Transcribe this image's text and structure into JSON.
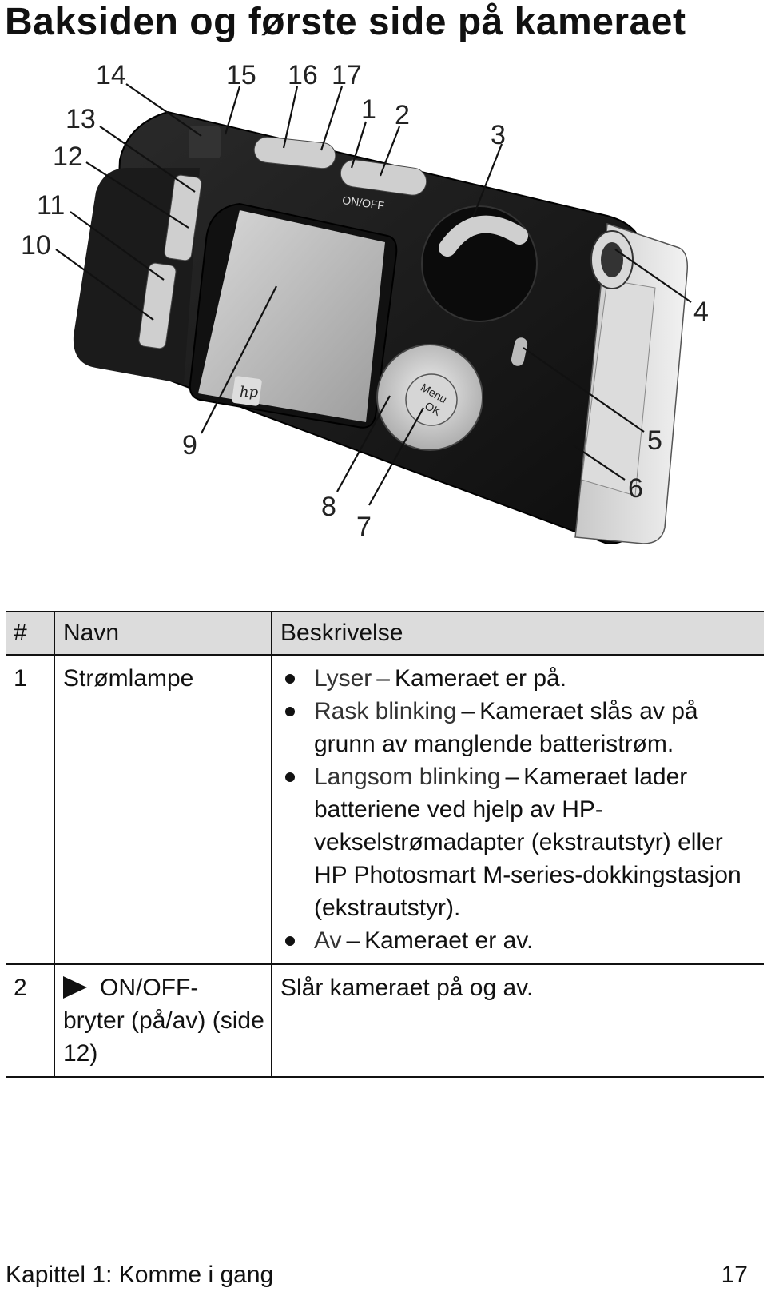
{
  "page": {
    "title": "Baksiden og første side på kameraet"
  },
  "figure": {
    "brand_logo": "hp",
    "button_label": "ON/OFF",
    "menu_label": "Menu",
    "ok_label": "OK",
    "callouts": [
      "14",
      "15",
      "16",
      "17",
      "1",
      "2",
      "3",
      "13",
      "12",
      "11",
      "10",
      "4",
      "9",
      "5",
      "6",
      "8",
      "7"
    ]
  },
  "table": {
    "headers": {
      "num": "#",
      "name": "Navn",
      "desc": "Beskrivelse"
    },
    "rows": [
      {
        "num": "1",
        "name": "Strømlampe",
        "items": [
          {
            "term": "Lyser",
            "text": "Kameraet er på."
          },
          {
            "term": "Rask blinking",
            "text": "Kameraet slås av på grunn av manglende batteristrøm."
          },
          {
            "term": "Langsom blinking",
            "text": "Kameraet lader batteriene ved hjelp av HP-vekselstrømadapter (ekstrautstyr) eller HP Photosmart M-series-dokkingstasjon (ekstrautstyr)."
          },
          {
            "term": "Av",
            "text": "Kameraet er av."
          }
        ]
      },
      {
        "num": "2",
        "name_icon": "play-triangle-icon",
        "name_label": "ON/OFF-",
        "name_rest": "bryter (på/av) (side 12)",
        "desc": "Slår kameraet på og av."
      }
    ]
  },
  "footer": {
    "chapter": "Kapittel 1: Komme i gang",
    "page_number": "17"
  }
}
